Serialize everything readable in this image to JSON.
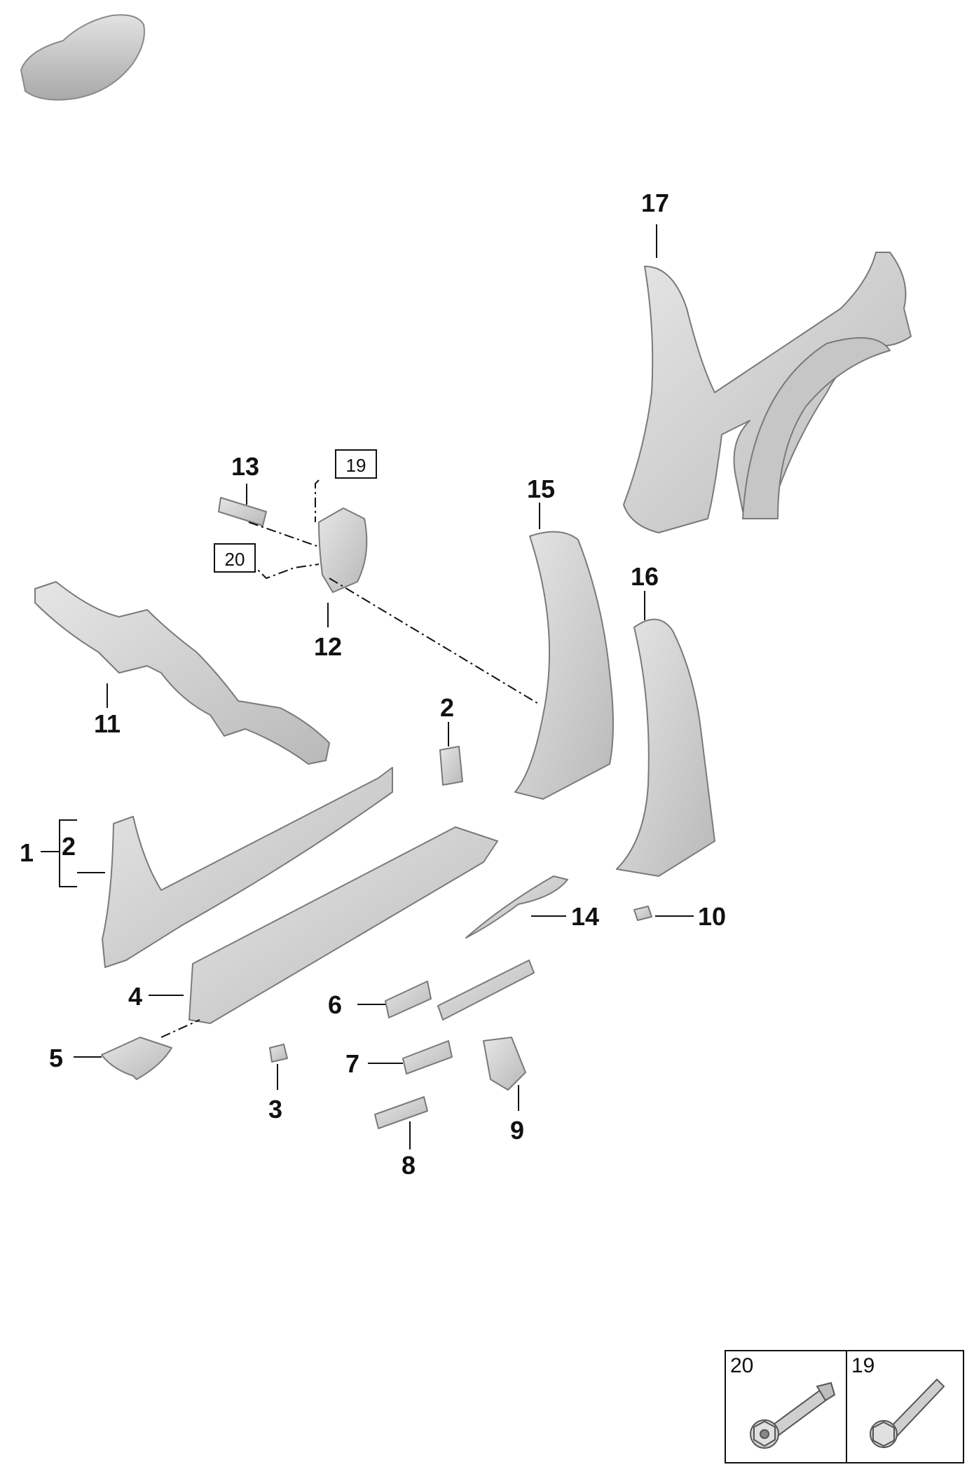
{
  "callouts": {
    "c1": "1",
    "c2a": "2",
    "c2b": "2",
    "c3": "3",
    "c4": "4",
    "c5": "5",
    "c6": "6",
    "c7": "7",
    "c8": "8",
    "c9": "9",
    "c10": "10",
    "c11": "11",
    "c12": "12",
    "c13": "13",
    "c14": "14",
    "c15": "15",
    "c16": "16",
    "c17": "17"
  },
  "boxed_refs": {
    "b19": "19",
    "b20": "20"
  },
  "legend": {
    "items": [
      {
        "number": "20",
        "icon": "flange-bolt-icon"
      },
      {
        "number": "19",
        "icon": "hex-bolt-icon"
      }
    ]
  },
  "colors": {
    "part_fill": "#d4d4d4",
    "part_stroke": "#7a7a7a",
    "line": "#111111"
  }
}
